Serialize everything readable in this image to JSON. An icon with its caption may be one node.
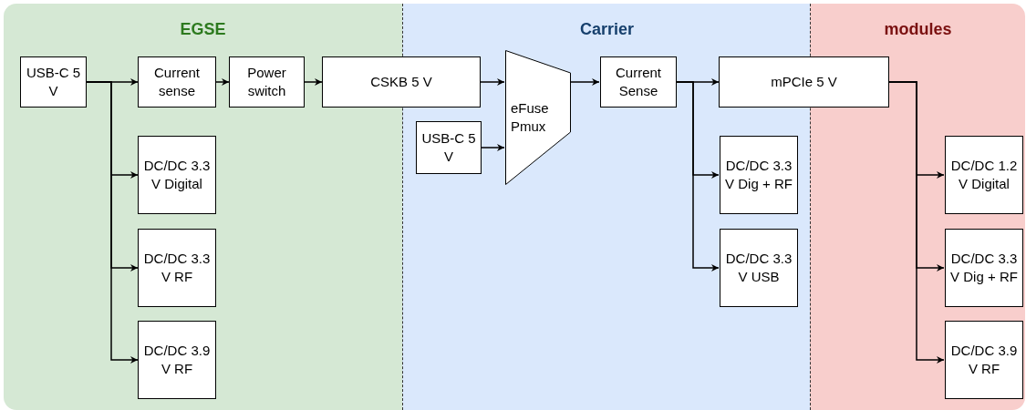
{
  "diagram": {
    "nodes": [
      {
        "text": [
          "EGSE"
        ]
      },
      {
        "text": [
          "Carrier"
        ]
      },
      {
        "text": [
          "modules"
        ]
      },
      {
        "text": [
          "USB-C 5 V"
        ],
        "in": 0
      },
      {
        "text": [
          "Current sense"
        ],
        "in": 0
      },
      {
        "text": [
          "Power switch"
        ],
        "in": 0
      },
      {
        "text": [
          "CSKB 5 V"
        ]
      },
      {
        "text": [
          "DC/DC 3.3 V Digital"
        ],
        "in": 0
      },
      {
        "text": [
          "DC/DC 3.3 V RF"
        ],
        "in": 0
      },
      {
        "text": [
          "DC/DC 3.9 V RF"
        ],
        "in": 0
      },
      {
        "text": [
          "USB-C 5 V"
        ],
        "in": 1
      },
      {
        "text": [
          "eFuse Pmux"
        ],
        "in": 1
      },
      {
        "text": [
          "Current Sense"
        ],
        "in": 1
      },
      {
        "text": [
          "mPCIe 5 V"
        ]
      },
      {
        "text": [
          "DC/DC 3.3 V Dig + RF"
        ],
        "in": 1
      },
      {
        "text": [
          "DC/DC 3.3 V USB"
        ],
        "in": 1
      },
      {
        "text": [
          "DC/DC 1.2 V Digital"
        ],
        "in": 2
      },
      {
        "text": [
          "DC/DC 3.3 V Dig + RF"
        ],
        "in": 2
      },
      {
        "text": [
          "DC/DC 3.9 V RF"
        ],
        "in": 2
      }
    ],
    "edges": [
      {
        "from": 3,
        "to": 4,
        "arrow": "to"
      },
      {
        "from": 4,
        "to": 5,
        "arrow": "to"
      },
      {
        "from": 5,
        "to": 6,
        "arrow": "to"
      },
      {
        "from": 3,
        "to": 7,
        "arrow": "to"
      },
      {
        "from": 3,
        "to": 8,
        "arrow": "to"
      },
      {
        "from": 3,
        "to": 9,
        "arrow": "to"
      },
      {
        "from": 6,
        "to": 11,
        "arrow": "to"
      },
      {
        "from": 10,
        "to": 11,
        "arrow": "to"
      },
      {
        "from": 11,
        "to": 12,
        "arrow": "to"
      },
      {
        "from": 12,
        "to": 13,
        "arrow": "to"
      },
      {
        "from": 12,
        "to": 14,
        "arrow": "to"
      },
      {
        "from": 12,
        "to": 15,
        "arrow": "to"
      },
      {
        "from": 13,
        "to": 16,
        "arrow": "to"
      },
      {
        "from": 13,
        "to": 17,
        "arrow": "to"
      },
      {
        "from": 13,
        "to": 18,
        "arrow": "to"
      }
    ]
  }
}
